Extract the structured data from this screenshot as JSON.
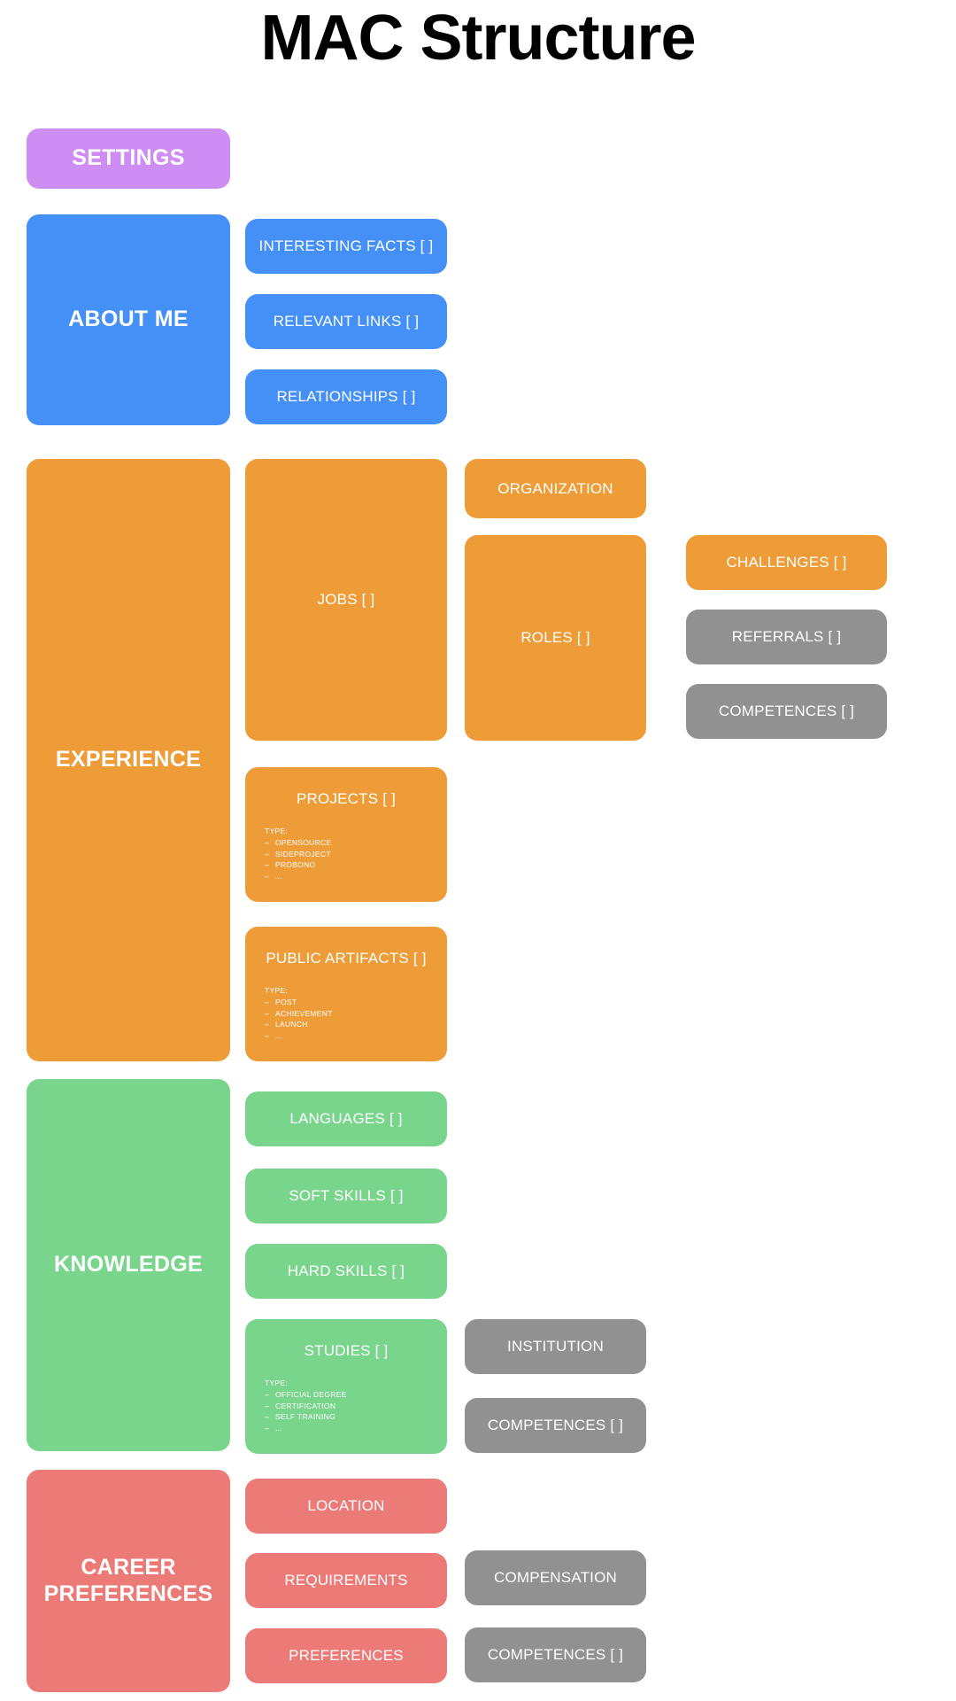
{
  "page": {
    "title": "MAC Structure",
    "background": "#ffffff"
  },
  "colors": {
    "purple": "#ce8df2",
    "blue": "#4490f7",
    "orange": "#ed9c38",
    "green": "#7ad58c",
    "red": "#ec7b78",
    "gray": "#919191",
    "text": "#ffffff",
    "title": "#000000"
  },
  "sections": {
    "settings": {
      "label": "SETTINGS"
    },
    "about_me": {
      "label": "ABOUT ME",
      "children": [
        {
          "label": "INTERESTING FACTS [ ]"
        },
        {
          "label": "RELEVANT LINKS [ ]"
        },
        {
          "label": "RELATIONSHIPS [ ]"
        }
      ]
    },
    "experience": {
      "label": "EXPERIENCE",
      "jobs": {
        "label": "JOBS [ ]"
      },
      "organization": {
        "label": "ORGANIZATION"
      },
      "roles": {
        "label": "ROLES [ ]"
      },
      "challenges": {
        "label": "CHALLENGES [ ]"
      },
      "referrals": {
        "label": "REFERRALS [ ]"
      },
      "competences": {
        "label": "COMPETENCES [ ]"
      },
      "projects": {
        "label": "PROJECTS [ ]",
        "type_label": "TYPE:",
        "types": [
          "OPENSOURCE",
          "SIDEPROJECT",
          "PROBONO",
          "..."
        ]
      },
      "public_artifacts": {
        "label": "PUBLIC ARTIFACTS [ ]",
        "type_label": "TYPE:",
        "types": [
          "POST",
          "ACHIEVEMENT",
          "LAUNCH",
          "..."
        ]
      }
    },
    "knowledge": {
      "label": "KNOWLEDGE",
      "languages": {
        "label": "LANGUAGES [ ]"
      },
      "soft_skills": {
        "label": "SOFT SKILLS [ ]"
      },
      "hard_skills": {
        "label": "HARD SKILLS [ ]"
      },
      "studies": {
        "label": "STUDIES [ ]",
        "type_label": "TYPE:",
        "types": [
          "OFFICIAL DEGREE",
          "CERTIFICATION",
          "SELF TRAINING",
          "..."
        ]
      },
      "institution": {
        "label": "INSTITUTION"
      },
      "competences": {
        "label": "COMPETENCES [ ]"
      }
    },
    "career_preferences": {
      "label": "CAREER\nPREFERENCES",
      "location": {
        "label": "LOCATION"
      },
      "requirements": {
        "label": "REQUIREMENTS"
      },
      "preferences": {
        "label": "PREFERENCES"
      },
      "compensation": {
        "label": "COMPENSATION"
      },
      "competences": {
        "label": "COMPETENCES [ ]"
      }
    }
  }
}
